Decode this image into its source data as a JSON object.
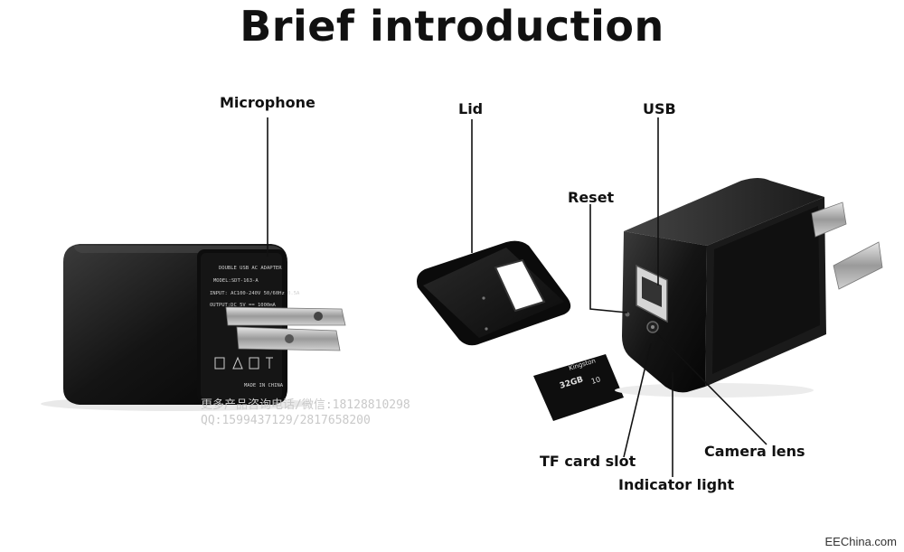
{
  "title": "Brief introduction",
  "labels": {
    "microphone": "Microphone",
    "lid": "Lid",
    "usb": "USB",
    "reset": "Reset",
    "tf_card_slot": "TF card slot",
    "camera_lens": "Camera lens",
    "indicator_light": "Indicator light"
  },
  "product_text": {
    "line1": "DOUBLE USB AC ADAPTER",
    "line2": "MODEL:SDT-163-A",
    "line3": "INPUT: AC100-240V 50/60Hz 0.5A",
    "line4": "OUTPUT:DC 5V == 1000mA",
    "made": "MADE IN CHINA"
  },
  "sd_card": {
    "brand": "Kingston",
    "capacity": "32GB",
    "class": "10"
  },
  "watermark": {
    "line1": "更多产品咨询电话/微信:18128810298",
    "line2": "QQ:1599437129/2817658200"
  },
  "site": "EEChina.com",
  "colors": {
    "body": "#111111",
    "body_highlight": "#3a3a3a",
    "metal": "#b9b9b9",
    "text": "#111111",
    "leader_line": "#111111"
  }
}
